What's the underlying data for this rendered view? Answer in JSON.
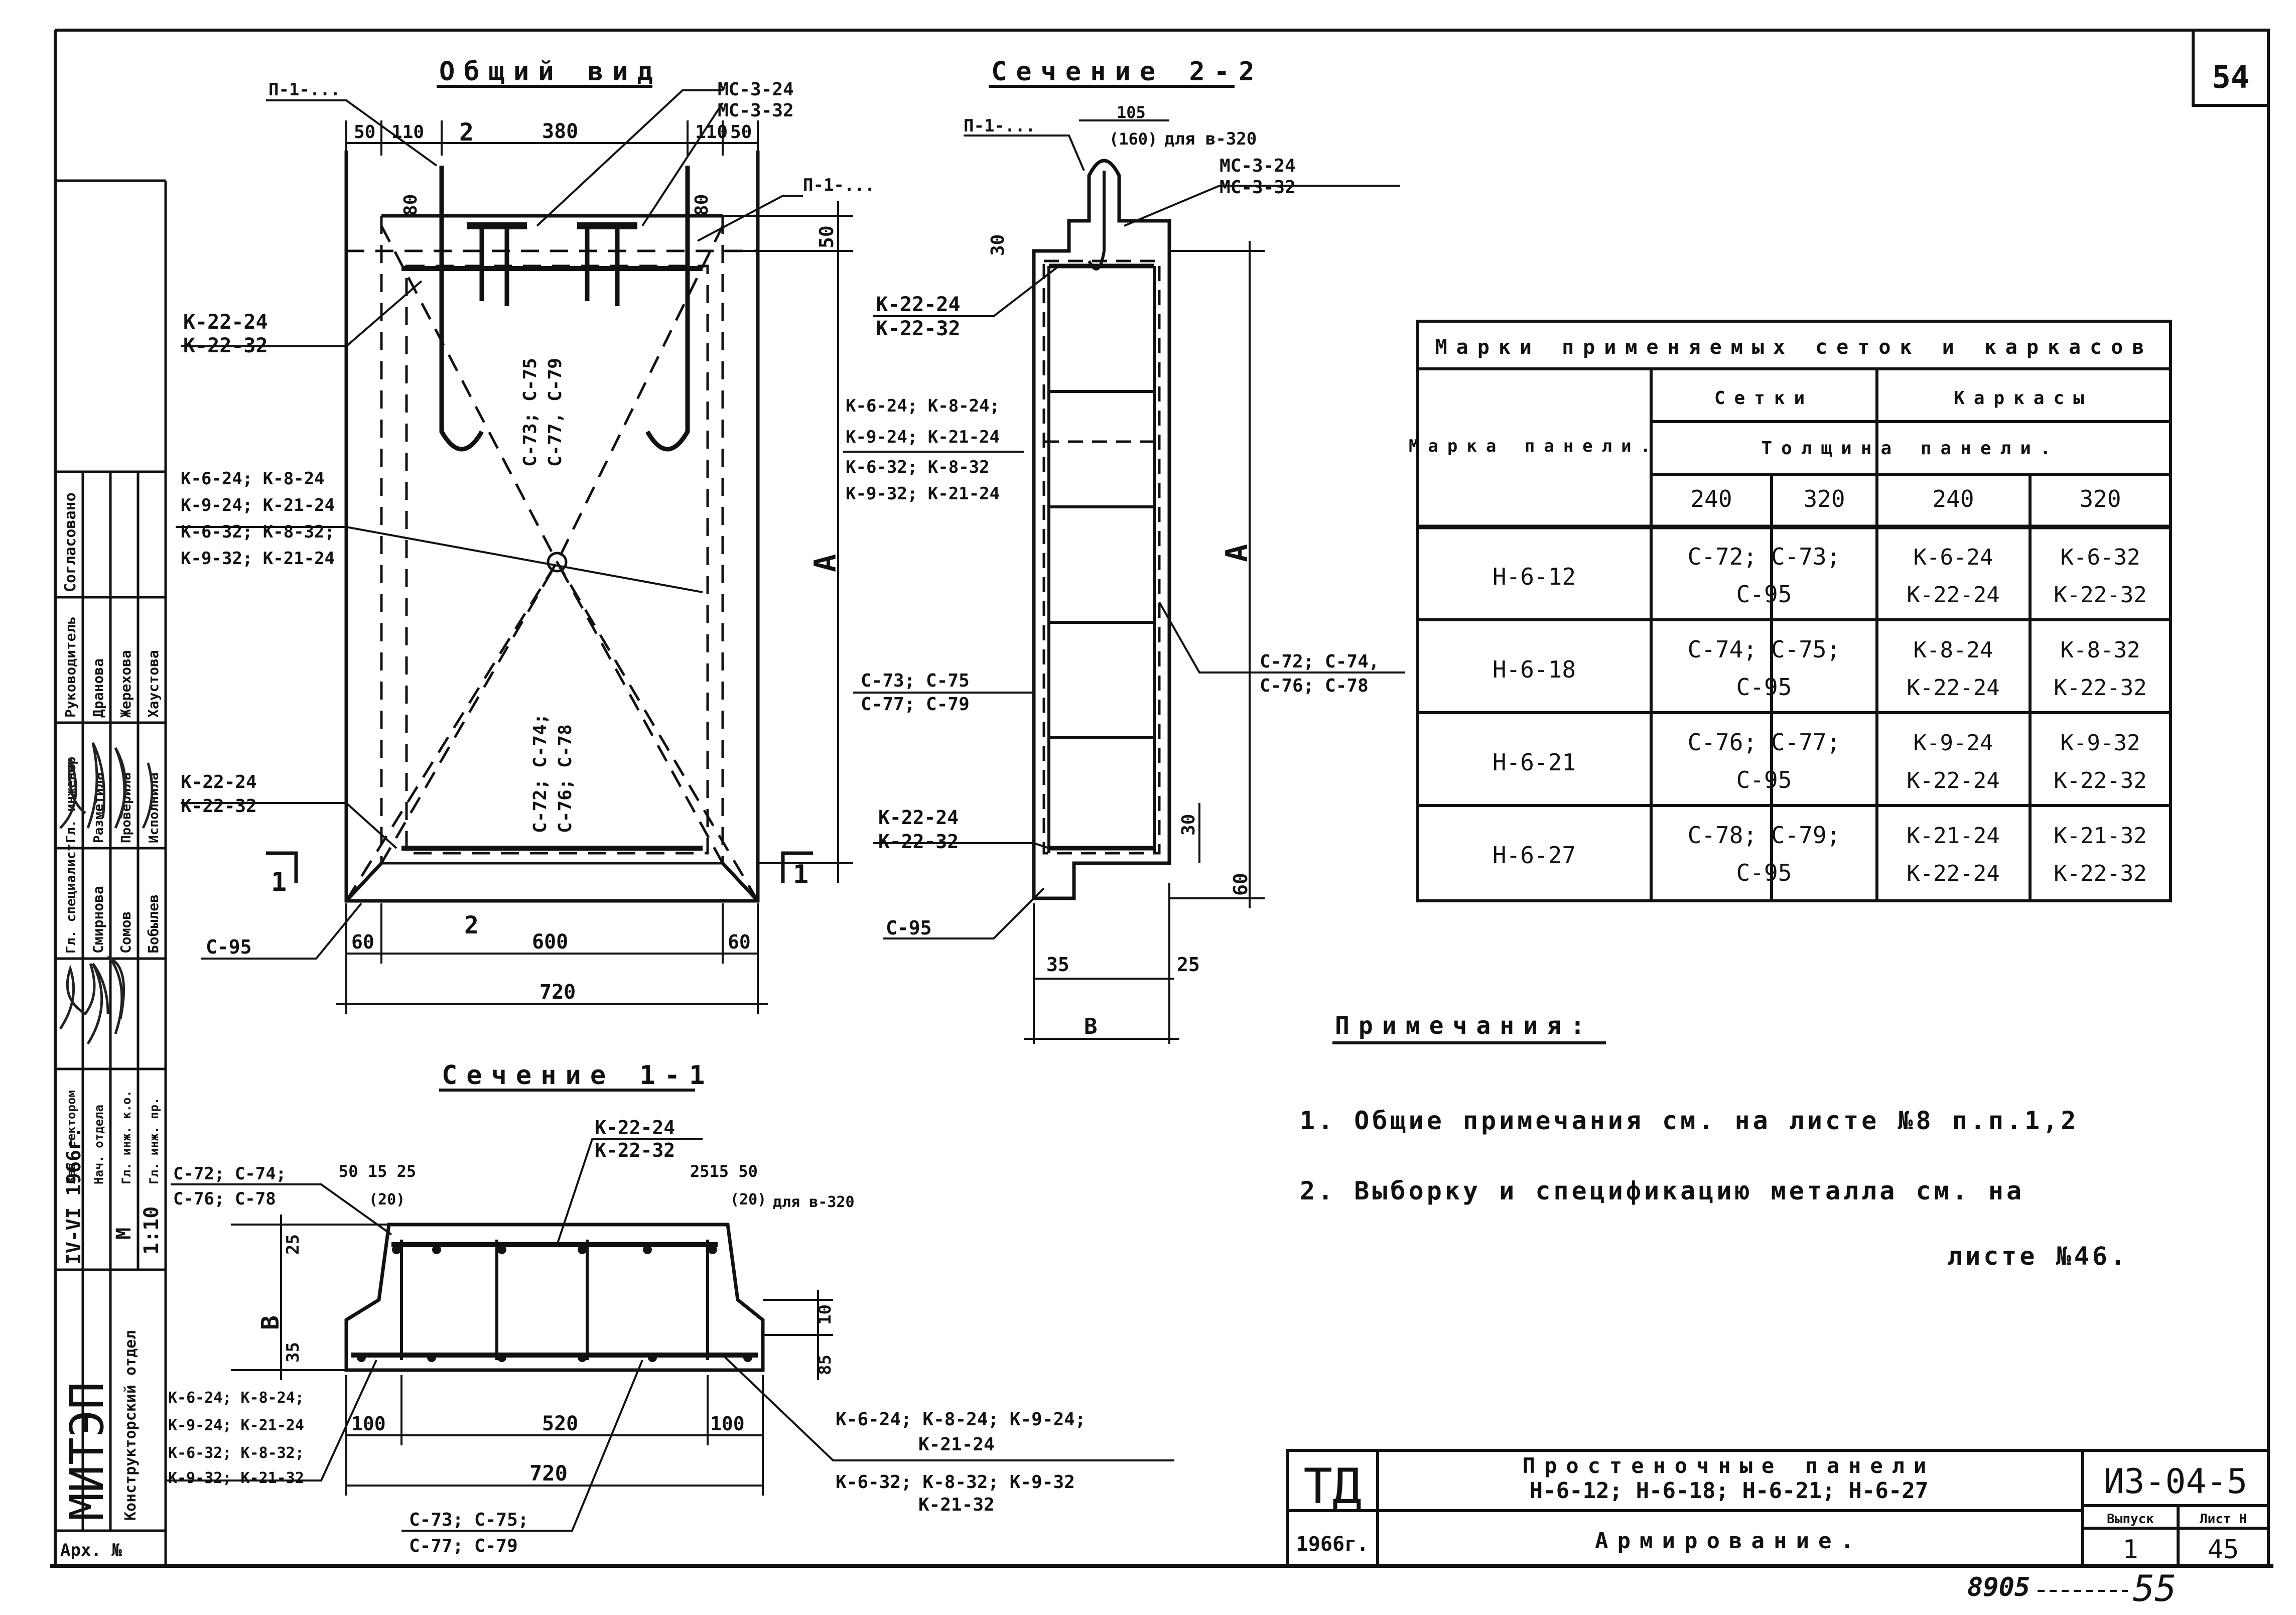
{
  "sheet": {
    "page_number": "54",
    "footer_handwritten": "8905",
    "footer_page": "55"
  },
  "views": {
    "general": {
      "title": "Общий вид",
      "dims_top": [
        "50",
        "110",
        "2",
        "380",
        "110",
        "50"
      ],
      "dims_bottom": [
        "60",
        "600",
        "60"
      ],
      "overall": "720",
      "height_label": "А",
      "dim_50": "50",
      "dim_80a": "80",
      "dim_80b": "80",
      "section_mark": "2",
      "cut_1": "1",
      "mesh_center_top": [
        "С-73; С-75",
        "С-77, С-79"
      ],
      "mesh_center_bot": [
        "С-72; С-74;",
        "С-76; С-78"
      ],
      "label_p1": "П-1-...",
      "label_p1b": "П-1-...",
      "label_mc": [
        "МС-3-24",
        "МС-3-32"
      ],
      "label_k22_top": [
        "К-22-24",
        "К-22-32"
      ],
      "label_k22_bot": [
        "К-22-24",
        "К-22-32"
      ],
      "label_k_many": [
        "К-6-24; К-8-24",
        "К-9-24; К-21-24",
        "К-6-32; К-8-32;",
        "К-9-32; К-21-24"
      ],
      "label_c95": "С-95"
    },
    "section22": {
      "title": "Сечение 2-2",
      "dim_105": "105",
      "dim_160": "(160)",
      "note_320": "для в-320",
      "label_p1": "П-1-...",
      "label_mc": [
        "МС-3-24",
        "МС-3-32"
      ],
      "dim_30a": "30",
      "dim_30b": "30",
      "dim_60": "60",
      "height_label": "А",
      "label_k22_top": [
        "К-22-24",
        "К-22-32"
      ],
      "label_k_many": [
        "К-6-24; К-8-24;",
        "К-9-24; К-21-24",
        "К-6-32; К-8-32",
        "К-9-32; К-21-24"
      ],
      "label_c73": [
        "С-73; С-75",
        "С-77; С-79"
      ],
      "label_c72": [
        "С-72; С-74,",
        "С-76; С-78"
      ],
      "label_k22_bot": [
        "К-22-24",
        "К-22-32"
      ],
      "label_c95": "С-95",
      "dim_35": "35",
      "dim_25": "25",
      "width_label": "В"
    },
    "section11": {
      "title": "Сечение 1-1",
      "label_k22": [
        "К-22-24",
        "К-22-32"
      ],
      "label_c72": [
        "С-72; С-74;",
        "С-76; С-78"
      ],
      "dims_left": "50 15 25",
      "dims_left_sub": "(20)",
      "dims_right": "2515 50",
      "dims_right_sub": "(20)",
      "note_320": "для в-320",
      "dim_25": "25",
      "dim_35": "35",
      "dim_10": "10",
      "dim_85": "85",
      "height_label": "В",
      "dims_bottom": [
        "100",
        "520",
        "100"
      ],
      "overall": "720",
      "label_k_left": [
        "К-6-24; К-8-24;",
        "К-9-24; К-21-24",
        "К-6-32; К-8-32;",
        "К-9-32; К-21-32"
      ],
      "label_c73": [
        "С-73; С-75;",
        "С-77; С-79"
      ],
      "label_k_right": [
        "К-6-24; К-8-24; К-9-24;",
        "К-21-24",
        "К-6-32; К-8-32; К-9-32",
        "К-21-32"
      ]
    }
  },
  "table": {
    "title": "Марки применяемых сеток и каркасов",
    "col_mark": "Марка панели.",
    "col_meshes": "Сетки",
    "col_frames": "Каркасы",
    "col_thickness": "Толщина панели.",
    "sub": [
      "240",
      "320",
      "240",
      "320"
    ],
    "rows": [
      {
        "mark": "Н-6-12",
        "meshes": [
          "С-72; С-73;",
          "С-95"
        ],
        "k240": [
          "К-6-24",
          "К-22-24"
        ],
        "k320": [
          "К-6-32",
          "К-22-32"
        ]
      },
      {
        "mark": "Н-6-18",
        "meshes": [
          "С-74; С-75;",
          "С-95"
        ],
        "k240": [
          "К-8-24",
          "К-22-24"
        ],
        "k320": [
          "К-8-32",
          "К-22-32"
        ]
      },
      {
        "mark": "Н-6-21",
        "meshes": [
          "С-76; С-77;",
          "С-95"
        ],
        "k240": [
          "К-9-24",
          "К-22-24"
        ],
        "k320": [
          "К-9-32",
          "К-22-32"
        ]
      },
      {
        "mark": "Н-6-27",
        "meshes": [
          "С-78; С-79;",
          "С-95"
        ],
        "k240": [
          "К-21-24",
          "К-22-24"
        ],
        "k320": [
          "К-21-32",
          "К-22-32"
        ]
      }
    ]
  },
  "notes": {
    "heading": "Примечания:",
    "items": [
      "1. Общие примечания см. на листе №8 п.п.1,2",
      "2. Выборку и спецификацию металла см. на",
      "листе №46."
    ]
  },
  "sidebar": {
    "rows": [
      [
        "Согласовано"
      ],
      [
        "Руководитель",
        "Дранова",
        "Жерехова",
        "Хаустова"
      ],
      [
        "Гл. инженер",
        "Разметила",
        "Проверила",
        "Исполнила"
      ],
      [
        "Гл. специалист",
        "Смирнова",
        "Сомов",
        "Бобылев"
      ],
      [
        "Зав. сектором",
        "Нач. отдела",
        "Гл. инж. к.о.",
        "Гл. инж. пр."
      ]
    ],
    "date": "IV-VI 1966г.",
    "m_label": "М",
    "scale": "1:10",
    "org": "МИТЭП",
    "dept": "Конструкторский отдел",
    "arch": "Арх. №"
  },
  "titleblock": {
    "td": "ТД",
    "year": "1966г.",
    "line1": "Простеночные панели",
    "line2": "Н-6-12;  Н-6-18;  Н-6-21;  Н-6-27",
    "line3": "Армирование.",
    "code": "ИЗ-04-5",
    "issue_label": "Выпуск",
    "issue": "1",
    "sheet_label": "Лист Н",
    "sheet": "45"
  }
}
